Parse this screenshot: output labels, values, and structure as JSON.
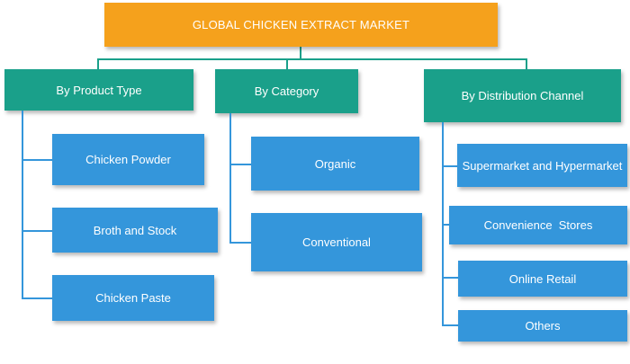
{
  "root": {
    "label": "GLOBAL CHICKEN EXTRACT MARKET"
  },
  "categories": [
    {
      "label": "By Product Type",
      "items": [
        "Chicken Powder",
        "Broth and Stock",
        "Chicken Paste"
      ]
    },
    {
      "label": "By Category",
      "items": [
        "Organic",
        "Conventional"
      ]
    },
    {
      "label": "By Distribution Channel",
      "items": [
        "Supermarket and Hypermarket",
        "Convenience  Stores",
        "Online Retail",
        "Others"
      ]
    }
  ],
  "colors": {
    "root": "#f5a11c",
    "category": "#1aa08a",
    "item": "#3496db",
    "connector": "#1aa08a"
  }
}
